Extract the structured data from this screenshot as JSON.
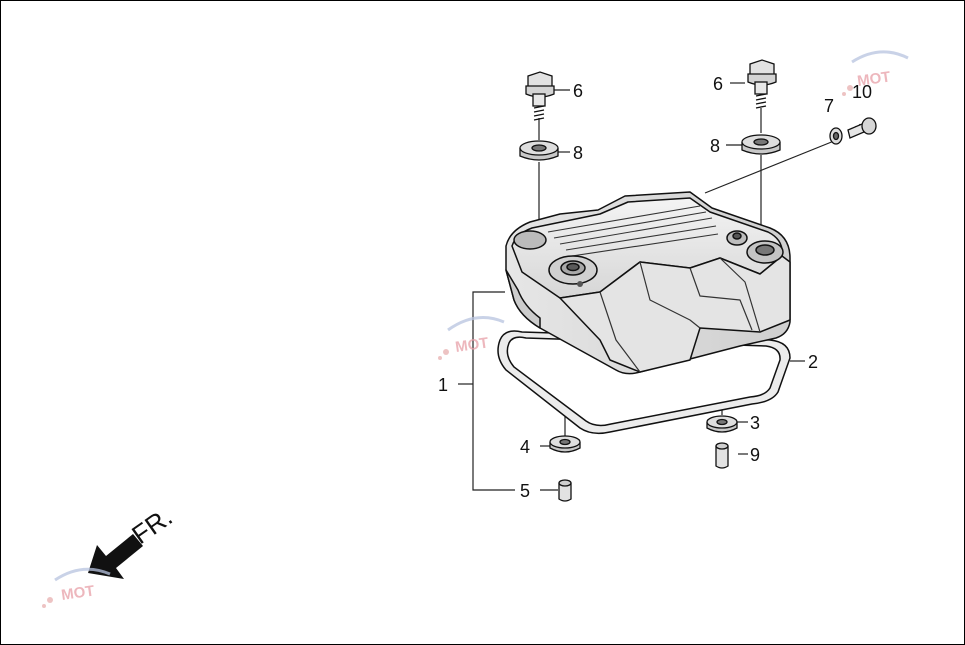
{
  "callouts": [
    {
      "id": "c1",
      "text": "1"
    },
    {
      "id": "c2",
      "text": "2"
    },
    {
      "id": "c3",
      "text": "3"
    },
    {
      "id": "c4",
      "text": "4"
    },
    {
      "id": "c5",
      "text": "5"
    },
    {
      "id": "c6a",
      "text": "6"
    },
    {
      "id": "c6b",
      "text": "6"
    },
    {
      "id": "c7",
      "text": "7"
    },
    {
      "id": "c8a",
      "text": "8"
    },
    {
      "id": "c8b",
      "text": "8"
    },
    {
      "id": "c9",
      "text": "9"
    },
    {
      "id": "c10",
      "text": "10"
    }
  ],
  "direction_label": "FR.",
  "watermark": {
    "text": "MOT",
    "icon": "gear-logo-icon"
  },
  "colors": {
    "line": "#111111",
    "fill_light": "#f2f2f2",
    "fill_mid": "#d8d8d8",
    "watermark": "#e8a0a8"
  }
}
